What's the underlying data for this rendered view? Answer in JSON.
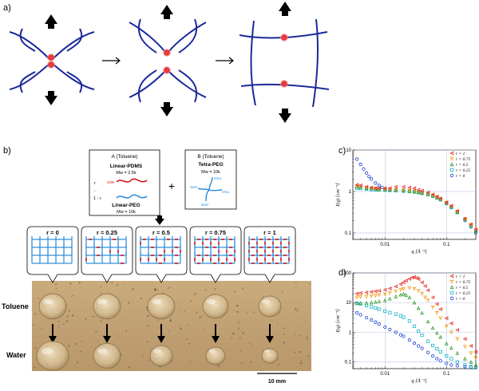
{
  "figure": {
    "panel_a": {
      "label": "a)"
    },
    "panel_b": {
      "label": "b)",
      "box_a": {
        "title": "A (Toluene)",
        "pdms_name": "Linear-PDMS",
        "pdms_mw": "Mw = 2.5k",
        "pdms_end_group": "H2N",
        "r_label": "r",
        "dots": "..",
        "one_minus_r_label": "1 - r",
        "peg_name": "Linear-PEG",
        "peg_mw": "Mw = 10k"
      },
      "plus": "+",
      "box_b": {
        "title": "B (Toluene)",
        "name": "Tetra-PEG",
        "mw": "Mw = 10k",
        "end_group": "OSu",
        "end_group_alt": "SuO"
      },
      "networks": [
        {
          "r_label": "r = 0",
          "red_fraction": 0
        },
        {
          "r_label": "r = 0.25",
          "red_fraction": 0.25
        },
        {
          "r_label": "r = 0.5",
          "red_fraction": 0.5
        },
        {
          "r_label": "r = 0.75",
          "red_fraction": 0.75
        },
        {
          "r_label": "r = 1",
          "red_fraction": 1
        }
      ],
      "row_labels": {
        "top": "Toluene",
        "bottom": "Water"
      },
      "scale_bar": "10 mm"
    },
    "panel_c": {
      "label": "c)"
    },
    "panel_d": {
      "label": "d)"
    }
  },
  "chart_data": [
    {
      "panel": "c",
      "type": "scatter",
      "xlabel": "q [Å⁻¹]",
      "ylabel": "I(q) [cm⁻¹]",
      "xscale": "log",
      "yscale": "log",
      "xlim": [
        0.003,
        0.3
      ],
      "ylim": [
        0.07,
        10
      ],
      "xticks": [
        {
          "v": 0.01,
          "t": "0.01"
        },
        {
          "v": 0.1,
          "t": "0.1"
        }
      ],
      "yticks": [
        {
          "v": 0.1,
          "t": "0.1"
        },
        {
          "v": 1,
          "t": "1"
        },
        {
          "v": 10,
          "t": "10"
        }
      ],
      "legend": "top-right",
      "grid": true,
      "series": [
        {
          "name": "r = 1",
          "color": "#e8231f",
          "marker": "tri-left",
          "x": [
            0.0035,
            0.004,
            0.005,
            0.006,
            0.007,
            0.008,
            0.01,
            0.012,
            0.015,
            0.02,
            0.025,
            0.03,
            0.035,
            0.04,
            0.05,
            0.06,
            0.07,
            0.08,
            0.1,
            0.12,
            0.15,
            0.2,
            0.25,
            0.3
          ],
          "y": [
            1.45,
            1.4,
            1.3,
            1.25,
            1.2,
            1.2,
            1.2,
            1.2,
            1.3,
            1.3,
            1.25,
            1.2,
            1.1,
            1.05,
            0.95,
            0.85,
            0.76,
            0.68,
            0.55,
            0.45,
            0.34,
            0.22,
            0.16,
            0.12
          ]
        },
        {
          "name": "r = 0.75",
          "color": "#f39c12",
          "marker": "tri-down",
          "x": [
            0.0035,
            0.004,
            0.005,
            0.006,
            0.007,
            0.008,
            0.01,
            0.012,
            0.015,
            0.02,
            0.025,
            0.03,
            0.035,
            0.04,
            0.05,
            0.06,
            0.07,
            0.08,
            0.1,
            0.12,
            0.15,
            0.2,
            0.25,
            0.3
          ],
          "y": [
            1.35,
            1.3,
            1.25,
            1.2,
            1.2,
            1.15,
            1.15,
            1.12,
            1.1,
            1.08,
            1.05,
            1.02,
            0.98,
            0.95,
            0.88,
            0.8,
            0.72,
            0.66,
            0.54,
            0.44,
            0.33,
            0.22,
            0.16,
            0.12
          ]
        },
        {
          "name": "r = 0.5",
          "color": "#2e9b2e",
          "marker": "tri-up",
          "x": [
            0.0035,
            0.004,
            0.005,
            0.006,
            0.007,
            0.008,
            0.01,
            0.012,
            0.015,
            0.02,
            0.025,
            0.03,
            0.035,
            0.04,
            0.05,
            0.06,
            0.07,
            0.08,
            0.1,
            0.12,
            0.15,
            0.2,
            0.25,
            0.3
          ],
          "y": [
            1.3,
            1.25,
            1.2,
            1.18,
            1.15,
            1.12,
            1.12,
            1.1,
            1.08,
            1.05,
            1.02,
            1.0,
            0.96,
            0.92,
            0.86,
            0.79,
            0.71,
            0.65,
            0.53,
            0.43,
            0.32,
            0.21,
            0.15,
            0.11
          ]
        },
        {
          "name": "r = 0.25",
          "color": "#1fb5c9",
          "marker": "square",
          "x": [
            0.0035,
            0.004,
            0.005,
            0.006,
            0.007,
            0.008,
            0.01,
            0.012,
            0.015,
            0.02,
            0.025,
            0.03,
            0.035,
            0.04,
            0.05,
            0.06,
            0.07,
            0.08,
            0.1,
            0.12,
            0.15,
            0.2,
            0.25,
            0.3
          ],
          "y": [
            1.2,
            1.18,
            1.15,
            1.12,
            1.1,
            1.1,
            1.08,
            1.06,
            1.05,
            1.03,
            1.0,
            0.98,
            0.95,
            0.91,
            0.85,
            0.78,
            0.7,
            0.64,
            0.52,
            0.42,
            0.31,
            0.21,
            0.15,
            0.11
          ]
        },
        {
          "name": "r = 0",
          "color": "#1c3fd6",
          "marker": "circle",
          "x": [
            0.0035,
            0.004,
            0.0045,
            0.005,
            0.0055,
            0.006,
            0.007,
            0.008,
            0.009,
            0.01,
            0.012,
            0.015,
            0.02,
            0.025,
            0.03,
            0.035,
            0.04,
            0.05,
            0.06,
            0.07,
            0.08,
            0.1,
            0.12,
            0.15,
            0.2,
            0.25,
            0.3
          ],
          "y": [
            6.0,
            4.5,
            3.5,
            2.8,
            2.3,
            2.0,
            1.6,
            1.4,
            1.25,
            1.15,
            1.08,
            1.05,
            1.02,
            1.0,
            0.97,
            0.94,
            0.9,
            0.84,
            0.77,
            0.7,
            0.63,
            0.51,
            0.41,
            0.31,
            0.2,
            0.14,
            0.1
          ]
        }
      ]
    },
    {
      "panel": "d",
      "type": "scatter",
      "xlabel": "q [Å⁻¹]",
      "ylabel": "I(q) [cm⁻¹]",
      "xscale": "log",
      "yscale": "log",
      "xlim": [
        0.003,
        0.3
      ],
      "ylim": [
        0.06,
        100
      ],
      "xticks": [
        {
          "v": 0.01,
          "t": "0.01"
        },
        {
          "v": 0.1,
          "t": "0.1"
        }
      ],
      "yticks": [
        {
          "v": 0.1,
          "t": "0.1"
        },
        {
          "v": 1,
          "t": "1"
        },
        {
          "v": 10,
          "t": "10"
        },
        {
          "v": 100,
          "t": "100"
        }
      ],
      "legend": "top-right",
      "grid": true,
      "series": [
        {
          "name": "r = 1",
          "color": "#e8231f",
          "marker": "tri-left",
          "x": [
            0.0035,
            0.004,
            0.005,
            0.006,
            0.007,
            0.008,
            0.01,
            0.012,
            0.015,
            0.018,
            0.02,
            0.022,
            0.025,
            0.028,
            0.03,
            0.033,
            0.035,
            0.04,
            0.045,
            0.05,
            0.06,
            0.07,
            0.08,
            0.1,
            0.12,
            0.15,
            0.2,
            0.25,
            0.3
          ],
          "y": [
            20,
            21,
            22,
            23,
            24,
            25,
            27,
            30,
            35,
            42,
            48,
            55,
            63,
            70,
            72,
            68,
            62,
            48,
            36,
            26,
            15,
            9,
            6,
            3,
            2,
            1.2,
            0.6,
            0.35,
            0.22
          ]
        },
        {
          "name": "r = 0.75",
          "color": "#f39c12",
          "marker": "tri-down",
          "x": [
            0.0035,
            0.004,
            0.005,
            0.006,
            0.007,
            0.008,
            0.01,
            0.012,
            0.015,
            0.018,
            0.02,
            0.025,
            0.03,
            0.035,
            0.04,
            0.045,
            0.05,
            0.06,
            0.07,
            0.08,
            0.1,
            0.12,
            0.15,
            0.2,
            0.25,
            0.3
          ],
          "y": [
            15,
            15.5,
            16,
            16.5,
            17,
            18,
            19,
            21,
            24,
            27,
            29,
            31,
            29,
            25,
            20,
            15,
            12,
            7,
            4.5,
            3,
            1.6,
            1,
            0.6,
            0.33,
            0.2,
            0.14
          ]
        },
        {
          "name": "r = 0.5",
          "color": "#2e9b2e",
          "marker": "tri-up",
          "x": [
            0.0035,
            0.004,
            0.005,
            0.006,
            0.007,
            0.008,
            0.01,
            0.012,
            0.015,
            0.018,
            0.02,
            0.022,
            0.025,
            0.03,
            0.035,
            0.04,
            0.05,
            0.06,
            0.07,
            0.08,
            0.1,
            0.12,
            0.15,
            0.2,
            0.25,
            0.3
          ],
          "y": [
            9.5,
            9.6,
            9.8,
            10,
            10.5,
            11,
            12,
            13.5,
            16,
            18.5,
            19.5,
            18,
            15,
            10,
            6.5,
            4.5,
            2.3,
            1.4,
            0.95,
            0.7,
            0.42,
            0.3,
            0.2,
            0.13,
            0.1,
            0.08
          ]
        },
        {
          "name": "r = 0.25",
          "color": "#1fb5c9",
          "marker": "square",
          "x": [
            0.0035,
            0.004,
            0.005,
            0.006,
            0.007,
            0.008,
            0.01,
            0.012,
            0.015,
            0.018,
            0.02,
            0.025,
            0.03,
            0.035,
            0.04,
            0.05,
            0.06,
            0.07,
            0.08,
            0.1,
            0.12,
            0.15,
            0.2,
            0.25,
            0.3
          ],
          "y": [
            9.5,
            9.0,
            8.0,
            7.2,
            6.6,
            6.0,
            5.2,
            4.6,
            4.1,
            3.6,
            3.2,
            2.4,
            1.6,
            1.1,
            0.8,
            0.5,
            0.36,
            0.28,
            0.22,
            0.16,
            0.13,
            0.1,
            0.08,
            0.07,
            0.065
          ]
        },
        {
          "name": "r = 0",
          "color": "#1c3fd6",
          "marker": "circle",
          "x": [
            0.0035,
            0.004,
            0.005,
            0.006,
            0.007,
            0.008,
            0.01,
            0.012,
            0.015,
            0.018,
            0.02,
            0.025,
            0.03,
            0.035,
            0.04,
            0.05,
            0.06,
            0.07,
            0.08,
            0.1,
            0.12,
            0.15,
            0.2,
            0.25,
            0.3
          ],
          "y": [
            4.5,
            3.9,
            3.1,
            2.6,
            2.2,
            1.9,
            1.5,
            1.25,
            1.0,
            0.82,
            0.74,
            0.55,
            0.43,
            0.35,
            0.29,
            0.21,
            0.16,
            0.13,
            0.11,
            0.09,
            0.08,
            0.075,
            0.07,
            0.067,
            0.065
          ]
        }
      ]
    }
  ]
}
